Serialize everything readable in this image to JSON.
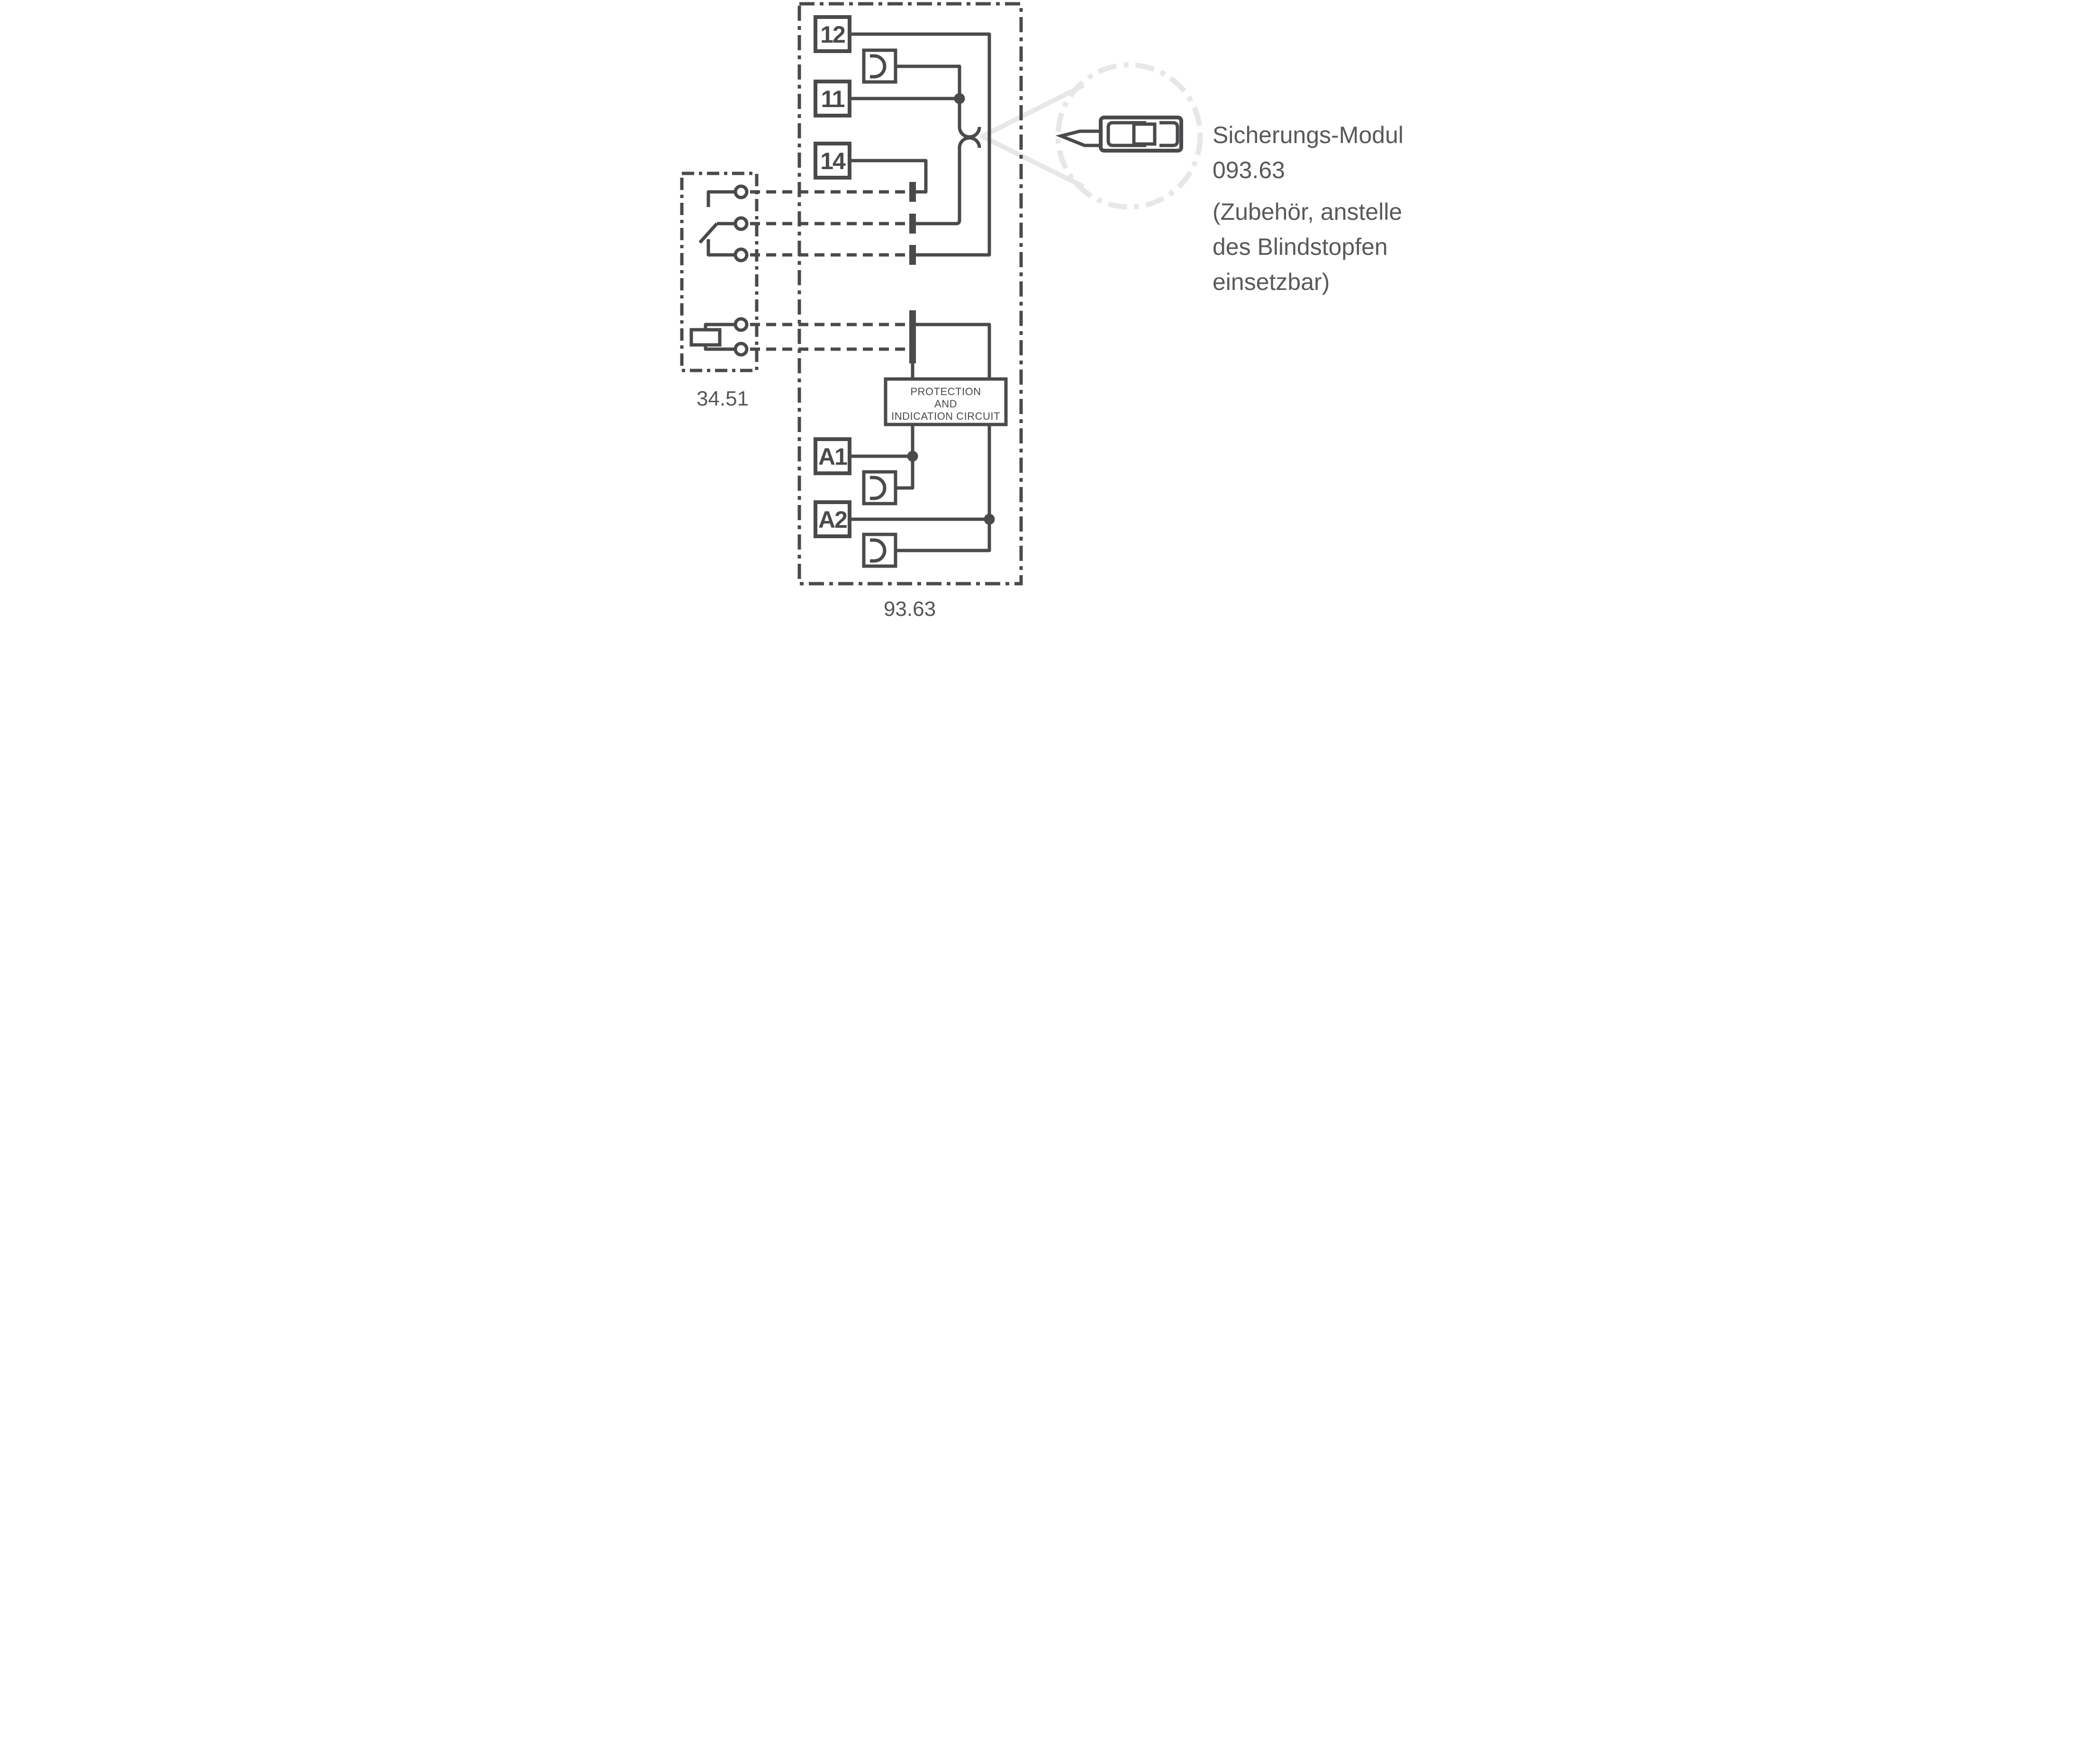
{
  "diagram": {
    "socket": {
      "label": "93.63"
    },
    "relay": {
      "label": "34.51"
    },
    "terminals": {
      "t12": "12",
      "t11": "11",
      "t14": "14",
      "a1": "A1",
      "a2": "A2"
    },
    "protection": {
      "line1": "PROTECTION",
      "line2": "AND",
      "line3": "INDICATION CIRCUIT"
    },
    "callout": {
      "line1": "Sicherungs-Modul",
      "line2": "093.63",
      "line3": "(Zubehör, anstelle",
      "line4": "des Blindstopfen",
      "line5": "einsetzbar)"
    },
    "colors": {
      "line": "#4a4a4c",
      "label_text": "#55565a",
      "callout_gray": "#e7e7e7"
    }
  }
}
